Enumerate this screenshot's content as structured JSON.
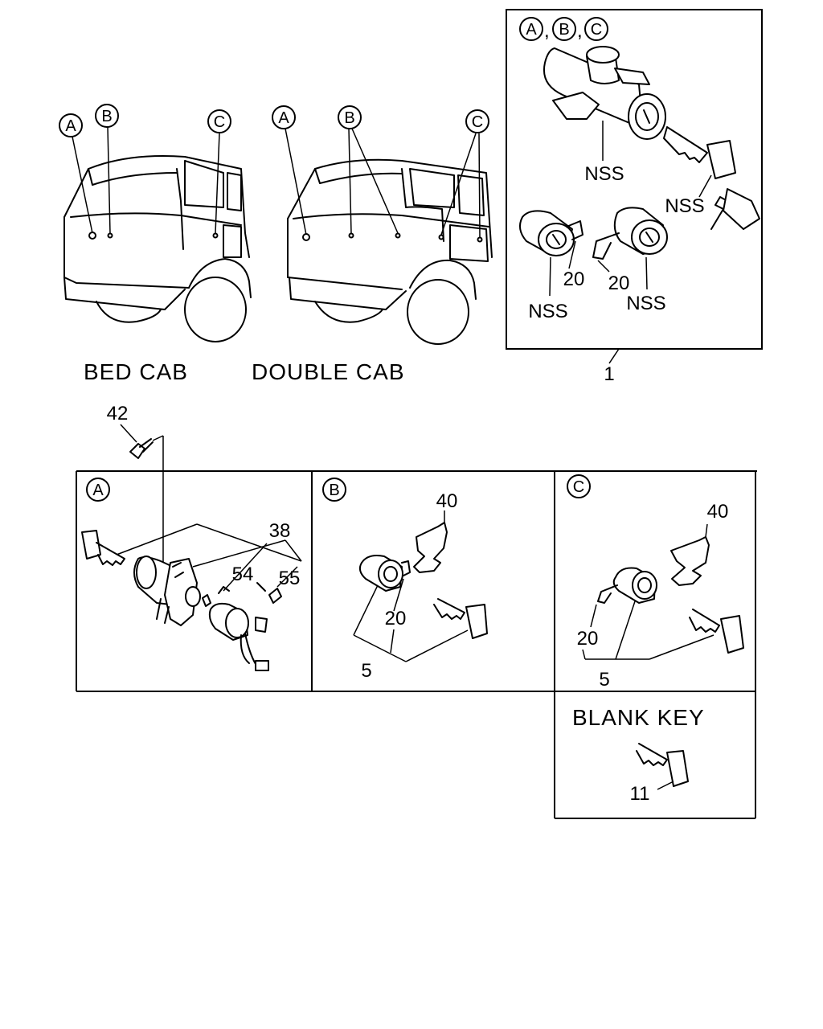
{
  "views": {
    "bed_cab": "BED CAB",
    "double_cab": "DOUBLE CAB"
  },
  "callouts": {
    "a": "A",
    "b": "B",
    "c": "C",
    "comma": ","
  },
  "assembly_box": {
    "item_number": "1",
    "nss": "NSS",
    "part_20": "20"
  },
  "detail_a": {
    "part_38": "38",
    "part_42": "42",
    "part_54": "54",
    "part_55": "55"
  },
  "detail_b": {
    "part_40": "40",
    "part_20": "20",
    "part_5": "5"
  },
  "detail_c": {
    "part_40": "40",
    "part_20": "20",
    "part_5": "5"
  },
  "blank_key": {
    "title": "BLANK KEY",
    "part_11": "11"
  }
}
